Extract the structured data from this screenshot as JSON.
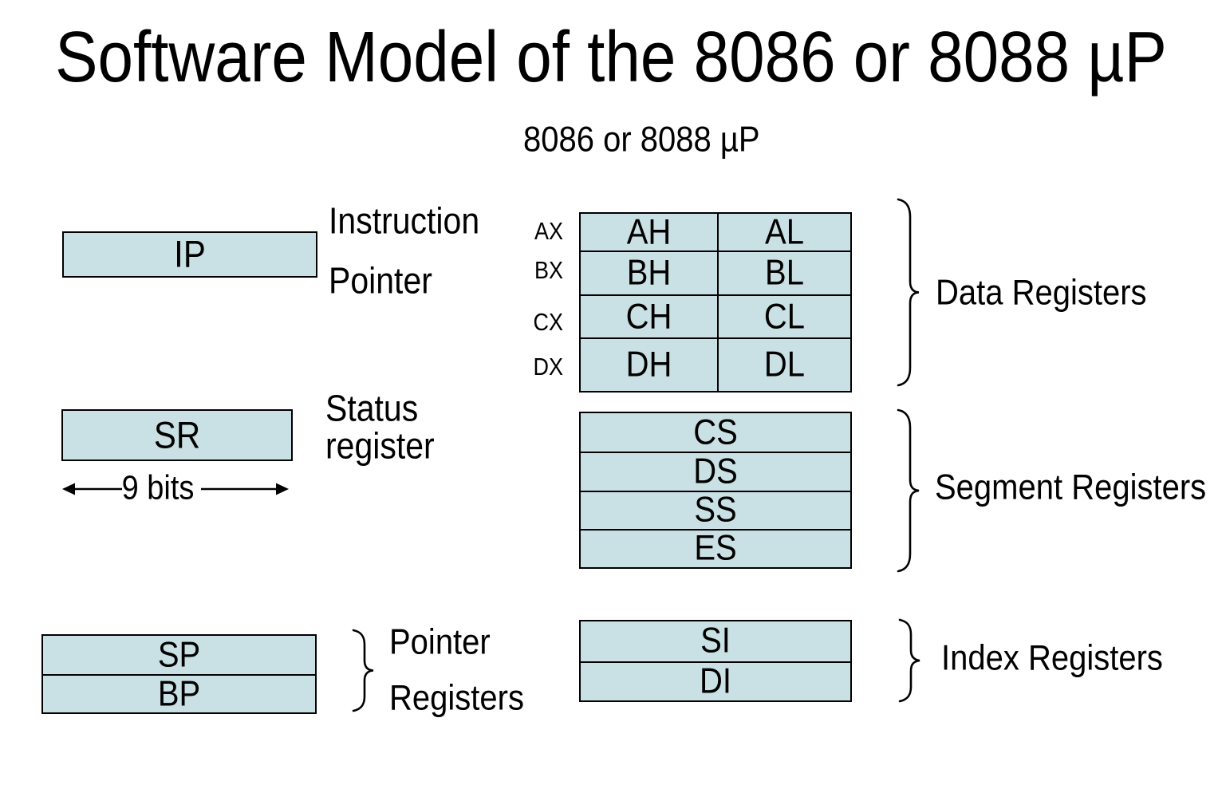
{
  "slide": {
    "title": "Software Model of the 8086 or 8088 µP",
    "subtitle": "8086 or 8088 µP"
  },
  "colors": {
    "register_fill": "#c9e1e4",
    "line": "#000000",
    "background": "#ffffff"
  },
  "instruction_pointer": {
    "register": "IP",
    "caption_line1": "Instruction",
    "caption_line2": "Pointer"
  },
  "status_register": {
    "register": "SR",
    "caption_line1": "Status",
    "caption_line2": "register",
    "width_label": "9 bits"
  },
  "data_registers": {
    "group_label": "Data Registers",
    "rows": [
      {
        "name": "AX",
        "high": "AH",
        "low": "AL"
      },
      {
        "name": "BX",
        "high": "BH",
        "low": "BL"
      },
      {
        "name": "CX",
        "high": "CH",
        "low": "CL"
      },
      {
        "name": "DX",
        "high": "DH",
        "low": "DL"
      }
    ]
  },
  "segment_registers": {
    "group_label": "Segment Registers",
    "rows": [
      "CS",
      "DS",
      "SS",
      "ES"
    ]
  },
  "pointer_registers": {
    "group_label_line1": "Pointer",
    "group_label_line2": "Registers",
    "rows": [
      "SP",
      "BP"
    ]
  },
  "index_registers": {
    "group_label": "Index Registers",
    "rows": [
      "SI",
      "DI"
    ]
  }
}
